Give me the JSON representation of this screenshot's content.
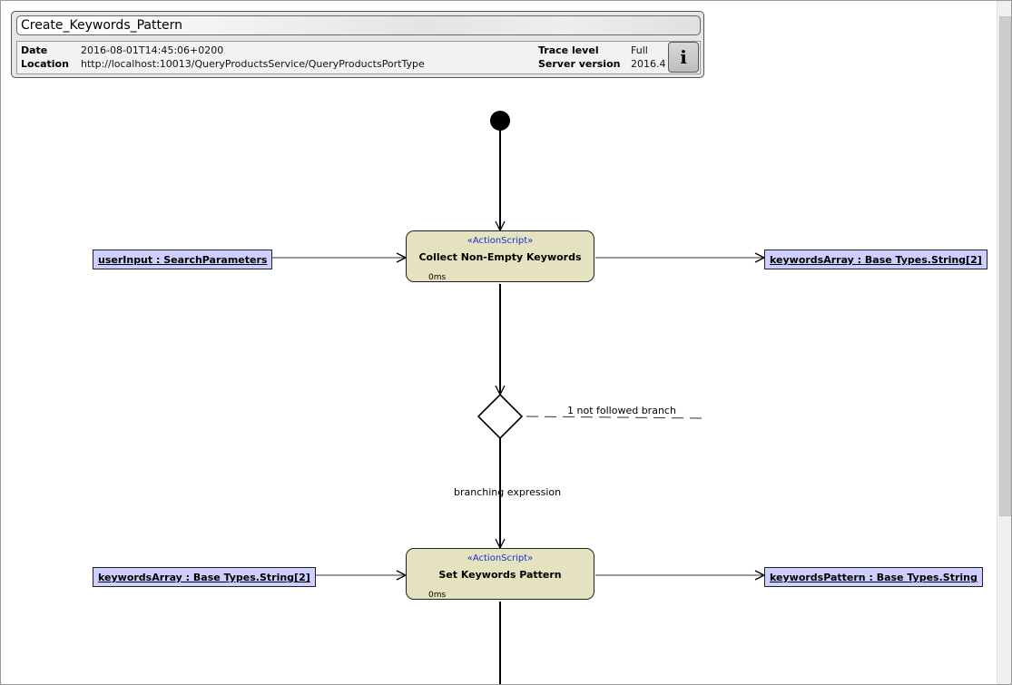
{
  "header": {
    "title": "Create_Keywords_Pattern",
    "date_label": "Date",
    "date_value": "2016-08-01T14:45:06+0200",
    "location_label": "Location",
    "location_value": "http://localhost:10013/QueryProductsService/QueryProductsPortType",
    "trace_level_label": "Trace level",
    "trace_level_value": "Full",
    "server_version_label": "Server version",
    "server_version_value": "2016.4",
    "info_button": "i"
  },
  "diagram": {
    "actions": [
      {
        "stereotype": "«ActionScript»",
        "name": "Collect Non-Empty Keywords",
        "duration": "0ms",
        "input": "userInput : SearchParameters",
        "output": "keywordsArray : Base Types.String[2]"
      },
      {
        "stereotype": "«ActionScript»",
        "name": "Set Keywords Pattern",
        "duration": "0ms",
        "input": "keywordsArray : Base Types.String[2]",
        "output": "keywordsPattern : Base Types.String"
      }
    ],
    "decision": {
      "not_followed_label": "1 not followed branch",
      "branch_label": "branching expression"
    }
  }
}
